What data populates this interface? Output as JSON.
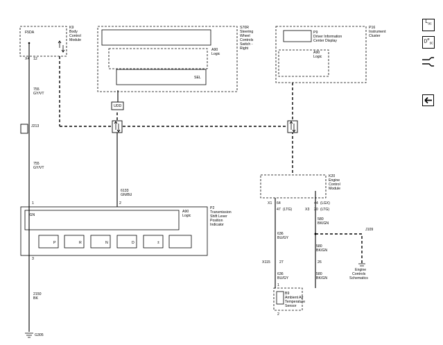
{
  "modules": {
    "k9": {
      "id": "K9",
      "l1": "Body",
      "l2": "Control",
      "l3": "Module"
    },
    "s70r": {
      "id": "S70R",
      "l1": "Steering",
      "l2": "Wheel",
      "l3": "Controls",
      "l4": "Switch -",
      "l5": "Right"
    },
    "p16": {
      "id": "P16",
      "l1": "Instrument",
      "l2": "Cluster"
    },
    "k20": {
      "id": "K20",
      "l1": "Engine",
      "l2": "Control",
      "l3": "Module"
    },
    "p2": {
      "id": "P2",
      "l1": "Transmission",
      "l2": "Shift Lever",
      "l3": "Position",
      "l4": "Indicator"
    },
    "b9": {
      "id": "B9",
      "l1": "Ambient Air",
      "l2": "Temperature",
      "l3": "Sensor"
    },
    "p9": {
      "id": "P9",
      "l1": "Driver Information",
      "l2": "Center Display"
    }
  },
  "labels": {
    "f5da": "F5DA",
    "a90": "A90",
    "logic": "Logic",
    "sel": "SEL",
    "udd": "UDD",
    "j213": "J213",
    "j109": "J109",
    "ign": "IGN",
    "g305": "G305",
    "engine_ctrl_1": "Engine",
    "engine_ctrl_2": "Controls",
    "engine_ctrl_3": "Schematics"
  },
  "connectors": {
    "x4": "X4",
    "x4_pin": "12",
    "x1": "X1",
    "x1_pin": "64",
    "x1_pin2": "47",
    "x1_ltg": "(LTG)",
    "x3": "X3",
    "x3_pin": "20",
    "x3_ltg": "(LTG)",
    "pin44": "44",
    "lgx": "(LGX)",
    "x115": "X115",
    "x115_pin1": "27",
    "x115_pin2": "26",
    "p2_pin1": "1",
    "p2_pin2": "2",
    "p2_pin3": "3",
    "b9_pin1": "1",
    "b9_pin2": "2"
  },
  "wires": {
    "w755a": {
      "num": "755",
      "color": "GY/VT"
    },
    "w755b": {
      "num": "755",
      "color": "GY/VT"
    },
    "w6133": {
      "num": "6133",
      "color": "GN/BU"
    },
    "w2150": {
      "num": "2150",
      "color": "BK"
    },
    "w636a": {
      "num": "636",
      "color": "BU/GY"
    },
    "w636b": {
      "num": "636",
      "color": "BU/GY"
    },
    "w580a": {
      "num": "580",
      "color": "BK/GN"
    },
    "w580b": {
      "num": "580",
      "color": "BK/GN"
    },
    "w580c": {
      "num": "580",
      "color": "BK/GN"
    }
  },
  "gear_indicators": [
    "P",
    "R",
    "N",
    "D",
    "±"
  ],
  "side_buttons": {
    "loc_main": "L",
    "loc_sub": "oc",
    "desc_main": "D",
    "desc_sup": "e",
    "desc_sub": "sc"
  }
}
